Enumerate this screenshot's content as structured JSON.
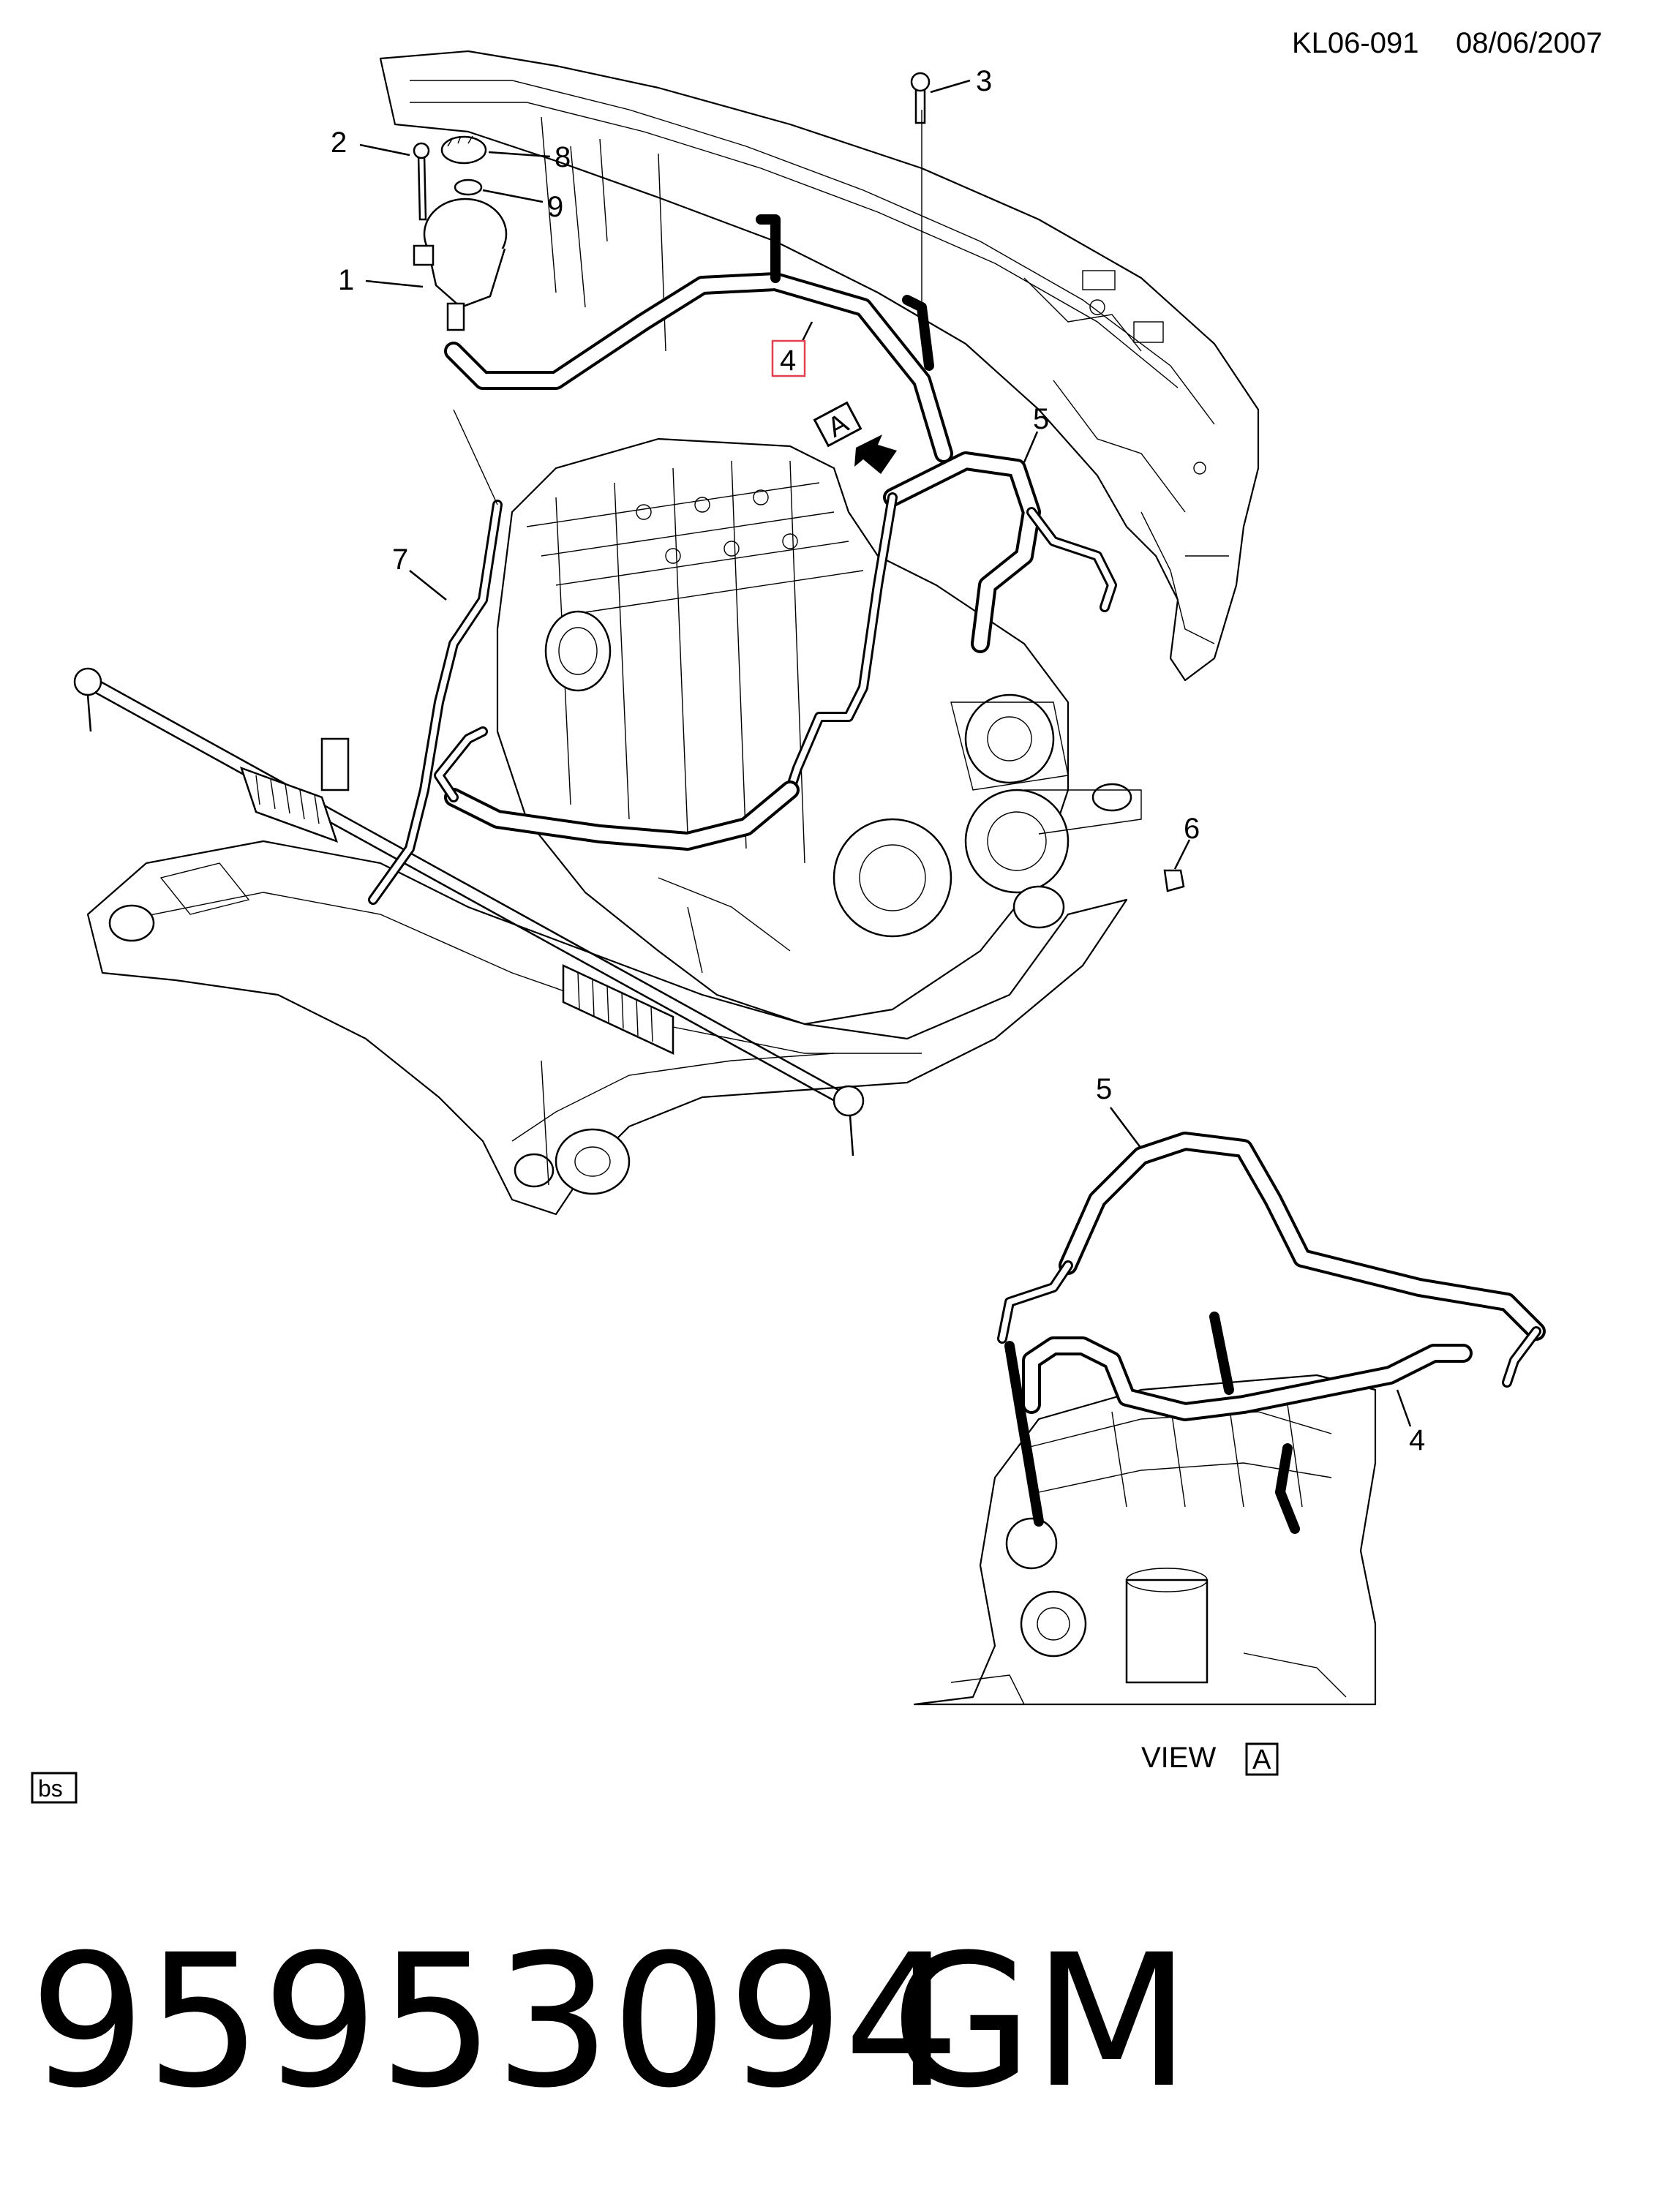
{
  "header": {
    "doc_code": "KL06-091",
    "date": "08/06/2007"
  },
  "callouts": {
    "c1": "1",
    "c2": "2",
    "c3": "3",
    "c4": "4",
    "c5": "5",
    "c6": "6",
    "c7": "7",
    "c8": "8",
    "c9": "9",
    "c4_view": "4",
    "c5_view": "5"
  },
  "highlight_color": "#e0404f",
  "view_marker": {
    "letter": "A"
  },
  "detail_view": {
    "label": "VIEW",
    "letter": "A"
  },
  "bs_box": "bs",
  "part_number": "95953094",
  "brand": "GM"
}
